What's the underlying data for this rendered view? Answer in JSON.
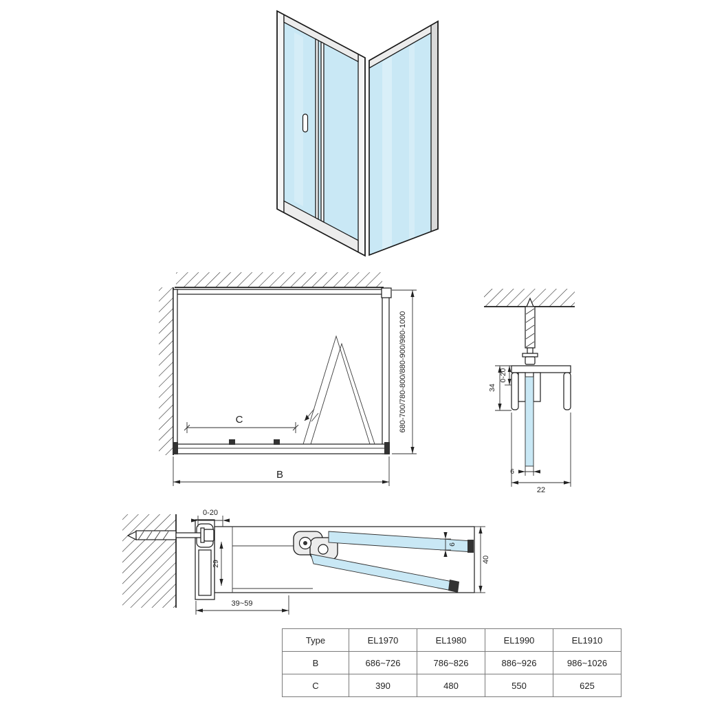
{
  "colors": {
    "glass_blue": "#c9e8f5",
    "line_dark": "#1a1a1a"
  },
  "front_elevation": {
    "door_width_label": "C",
    "total_width_label": "B",
    "height_range_label": "680-700/780-800/880-900/980-1000"
  },
  "wall_profile_detail": {
    "adjustment_label": "0-20",
    "profile_depth_label": "34",
    "glass_thickness_label": "6",
    "profile_width_label": "22"
  },
  "floor_plan_detail": {
    "adjustment_label": "0-20",
    "profile_depth_label": "29",
    "adjustment_range_label": "39~59",
    "glass_thickness_label": "6",
    "rail_depth_label": "40"
  },
  "size_table": {
    "headers": [
      "Type",
      "EL1970",
      "EL1980",
      "EL1990",
      "EL1910"
    ],
    "rows": [
      {
        "label": "B",
        "values": [
          "686~726",
          "786~826",
          "886~926",
          "986~1026"
        ]
      },
      {
        "label": "C",
        "values": [
          "390",
          "480",
          "550",
          "625"
        ]
      }
    ]
  }
}
